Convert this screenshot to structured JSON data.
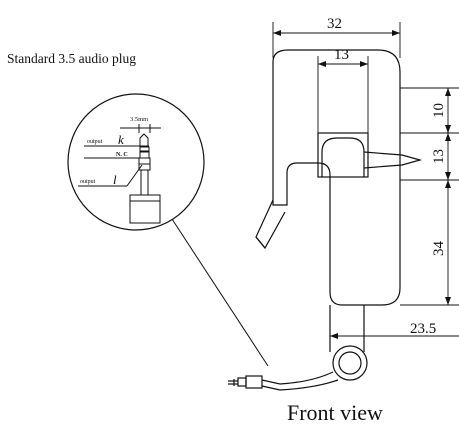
{
  "plug_title": "Standard 3.5 audio plug",
  "caption": "Front view",
  "dimensions": {
    "overall_width": "32",
    "window_width": "13",
    "top_height": "10",
    "window_height": "13",
    "lower_height": "34",
    "lead_offset": "23.5"
  },
  "plug_detail": {
    "diameter": "3.5mm",
    "output_k_label": "output",
    "output_k_symbol": "k",
    "nc_label": "N. C",
    "output_l_label": "output",
    "output_l_symbol": "l"
  }
}
